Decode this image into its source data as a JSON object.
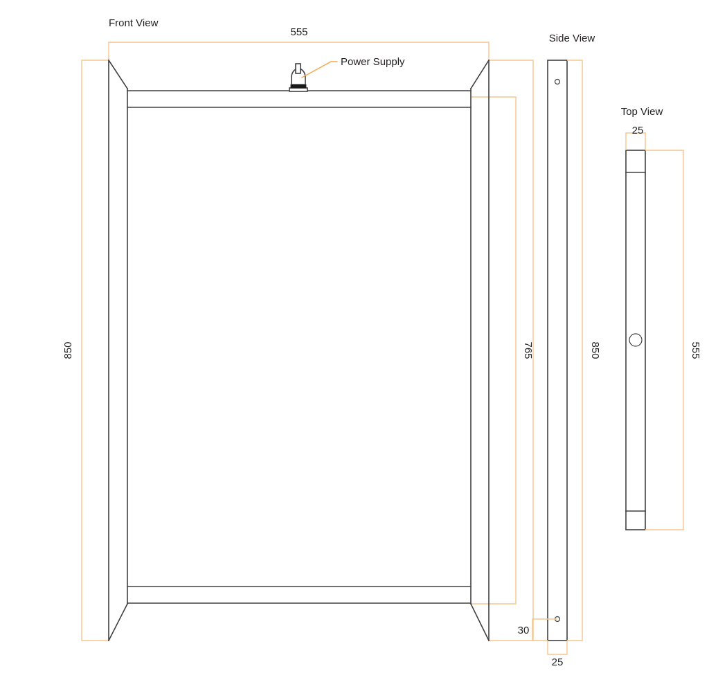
{
  "drawing": {
    "background_color": "#ffffff",
    "part_line_color": "#404040",
    "dimension_line_color": "#f6c68e",
    "leader_line_color": "#f2a950",
    "text_color": "#231f20"
  },
  "views": {
    "front": {
      "label": "Front View",
      "dimensions": {
        "width_top": "555",
        "height_left": "850",
        "height_inner_right": "765",
        "height_outer_right": "850"
      },
      "callouts": {
        "power_supply": "Power Supply"
      }
    },
    "side": {
      "label": "Side View",
      "dimensions": {
        "height": "850",
        "hole_offset_bottom": "30",
        "width": "25"
      },
      "features": {
        "hole_top": "screw-hole",
        "hole_bottom": "screw-hole"
      }
    },
    "top": {
      "label": "Top View",
      "dimensions": {
        "width": "25",
        "length": "555"
      },
      "features": {
        "center_hole": "round-hole"
      }
    }
  },
  "icons": {
    "power_supply_connector": "power-connector-icon",
    "screw_hole": "hole-icon"
  }
}
